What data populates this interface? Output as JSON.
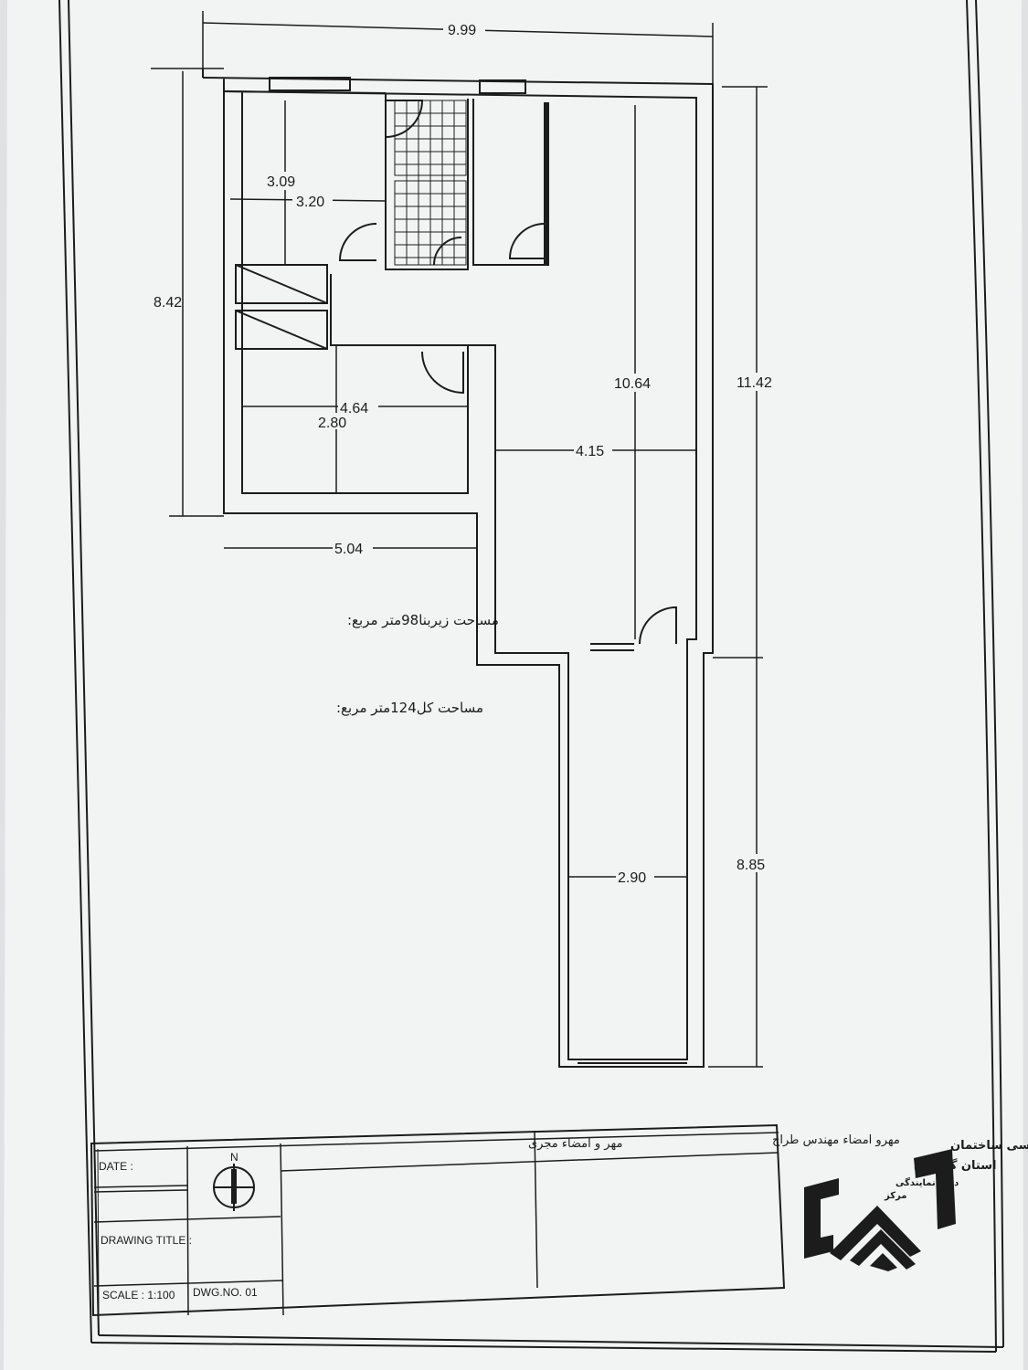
{
  "dimensions": {
    "top_width": "9.99",
    "left_height": "8.42",
    "right_upper": "11.42",
    "right_lower": "8.85",
    "kitchen_height": "3.09",
    "kitchen_width": "3.20",
    "room_width": "4.64",
    "room_depth": "2.80",
    "hall_height": "10.64",
    "hall_width": "4.15",
    "side_width": "5.04",
    "yard_width": "2.90"
  },
  "notes": {
    "floor_area": "مساحت زیربنا98متر مربع:",
    "total_area": "مساحت کل124متر مربع:"
  },
  "title_block": {
    "date_label": "DATE :",
    "drawing_title_label": "DRAWING TITLE :",
    "scale_label": "SCALE : 1:100",
    "dwg_no_label": "DWG.NO.  01",
    "north_label": "N",
    "contractor_label": "مهر و امضاء مجری",
    "designer_label": "مهرو امضاء مهندس طراح",
    "org_line1": "سازمان نظام مهندسی ساختمان",
    "org_line2": "استان گلستان",
    "org_line3": "دفتر نمایندگی",
    "org_line4": "مرکز"
  },
  "colors": {
    "ink": "#1c1c1c",
    "paper": "#f2f3f3"
  }
}
